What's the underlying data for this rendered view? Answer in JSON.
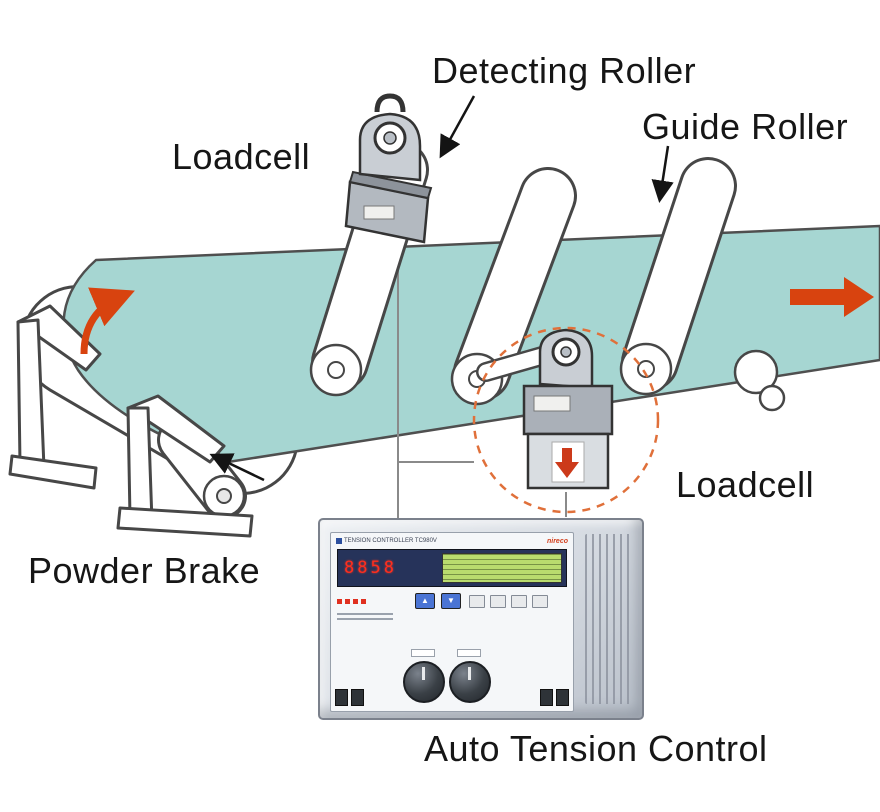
{
  "diagram": {
    "labels": {
      "detecting_roller": "Detecting Roller",
      "guide_roller": "Guide Roller",
      "loadcell_top": "Loadcell",
      "loadcell_bottom": "Loadcell",
      "powder_brake": "Powder Brake",
      "auto_tension_control": "Auto Tension Control"
    },
    "colors": {
      "web_belt": "#a6d6d2",
      "arrow_orange": "#d8430f",
      "highlight_circle": "#e0703a",
      "outline": "#474747",
      "label_text": "#161616"
    },
    "icons": {
      "web_direction_arrow": "→",
      "rotation_arrow": "↻",
      "loadcell_down_arrow": "↓"
    }
  },
  "controller": {
    "title": "TENSION CONTROLLER TC980V",
    "brand": "nireco",
    "display_digits": "8858",
    "button_up": "▲",
    "button_down": "▼"
  }
}
